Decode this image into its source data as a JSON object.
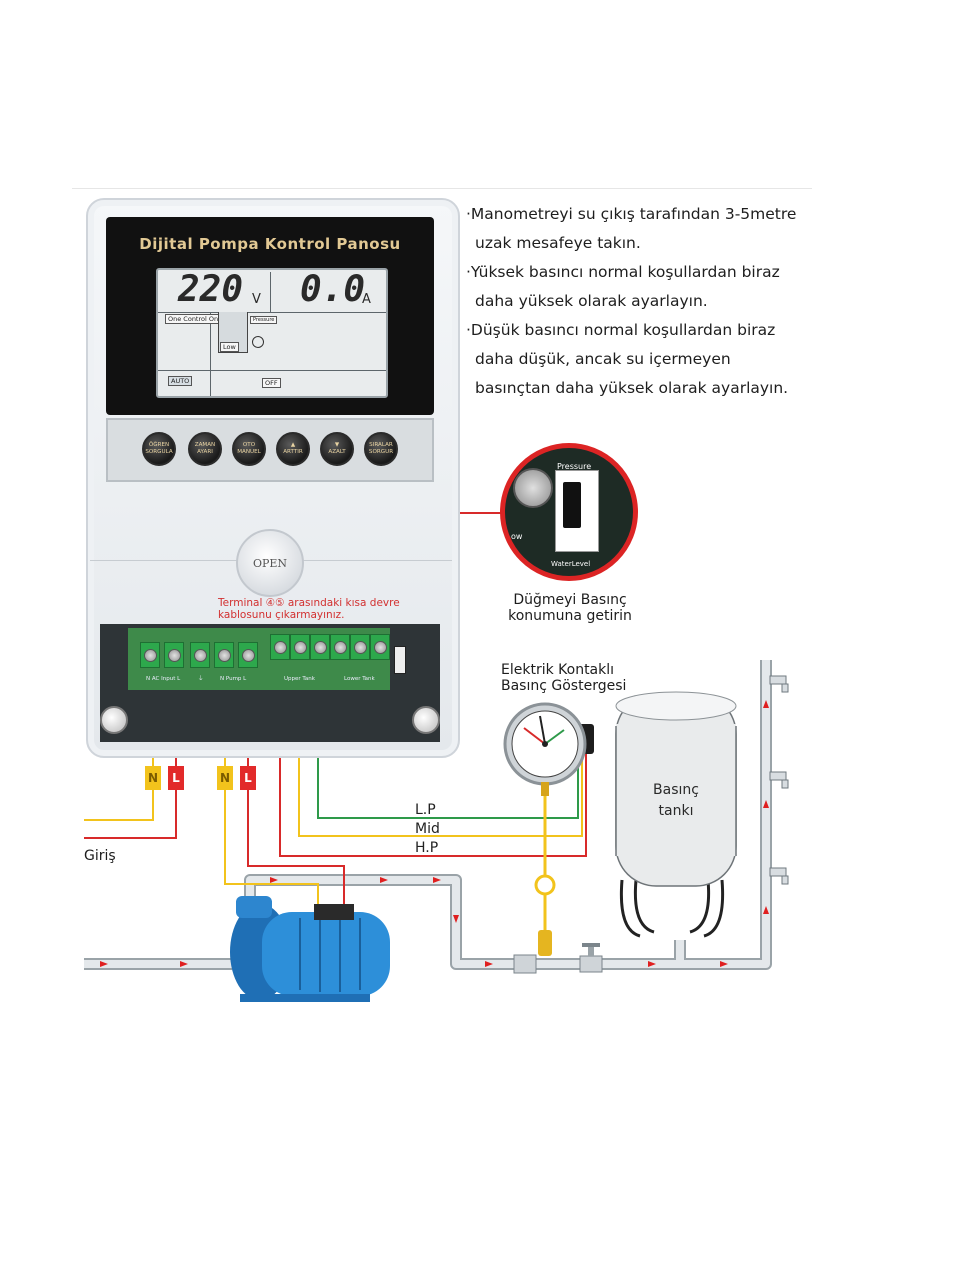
{
  "instructions": [
    "·Manometreyi su çıkış tarafından 3-5metre",
    "uzak mesafeye takın.",
    "·Yüksek basıncı normal koşullardan biraz",
    "daha yüksek olarak ayarlayın.",
    "·Düşük basıncı normal koşullardan biraz",
    "daha düşük, ancak su içermeyen",
    "basınçtan daha yüksek olarak ayarlayın."
  ],
  "panel": {
    "title": "Dijital Pompa Kontrol Panosu",
    "voltage": "220",
    "voltage_unit": "V",
    "current": "0.0",
    "current_unit": "A",
    "mode_label": "One Control One",
    "level_label": "Low",
    "auto_label": "AUTO",
    "off_label": "OFF",
    "open_label": "OPEN",
    "pressure_tag": "Pressure",
    "buttons": [
      {
        "top": "ÖĞREN",
        "bottom": "SORGULA"
      },
      {
        "top": "ZAMAN",
        "bottom": "AYARI"
      },
      {
        "top": "OTO",
        "bottom": "MANUEL"
      },
      {
        "top": "▲",
        "bottom": "ARTTIR"
      },
      {
        "top": "▼",
        "bottom": "AZALT"
      },
      {
        "top": "SIRALAR",
        "bottom": "SORGUR"
      }
    ],
    "pcb_labels": [
      "N  AC Input  L",
      "⏚",
      "N  Pump  L",
      "Upper Tank",
      "Lower Tank"
    ]
  },
  "warning_note": [
    "Terminal ④⑤ arasındaki kısa devre",
    "kablosunu çıkarmayınız."
  ],
  "zoom": {
    "top_label": "Pressure",
    "bottom_label": "WaterLevel",
    "side_label": "ow",
    "caption": [
      "Düğmeyi Basınç",
      "konumuna getirin"
    ]
  },
  "gauge_label": [
    "Elektrik Kontaklı",
    "Basınç Göstergesi"
  ],
  "tank_label": [
    "Basınç",
    "tankı"
  ],
  "wires": {
    "lp": "L.P",
    "mid": "Mid",
    "hp": "H.P"
  },
  "tags": {
    "n": "N",
    "l": "L"
  },
  "input_label": "Giriş",
  "colors": {
    "wire_red": "#d82a2a",
    "wire_yellow": "#f2c31c",
    "wire_green": "#2e9a4a",
    "pipe": "#c8cdd1",
    "flow_arrow": "#e02020"
  }
}
